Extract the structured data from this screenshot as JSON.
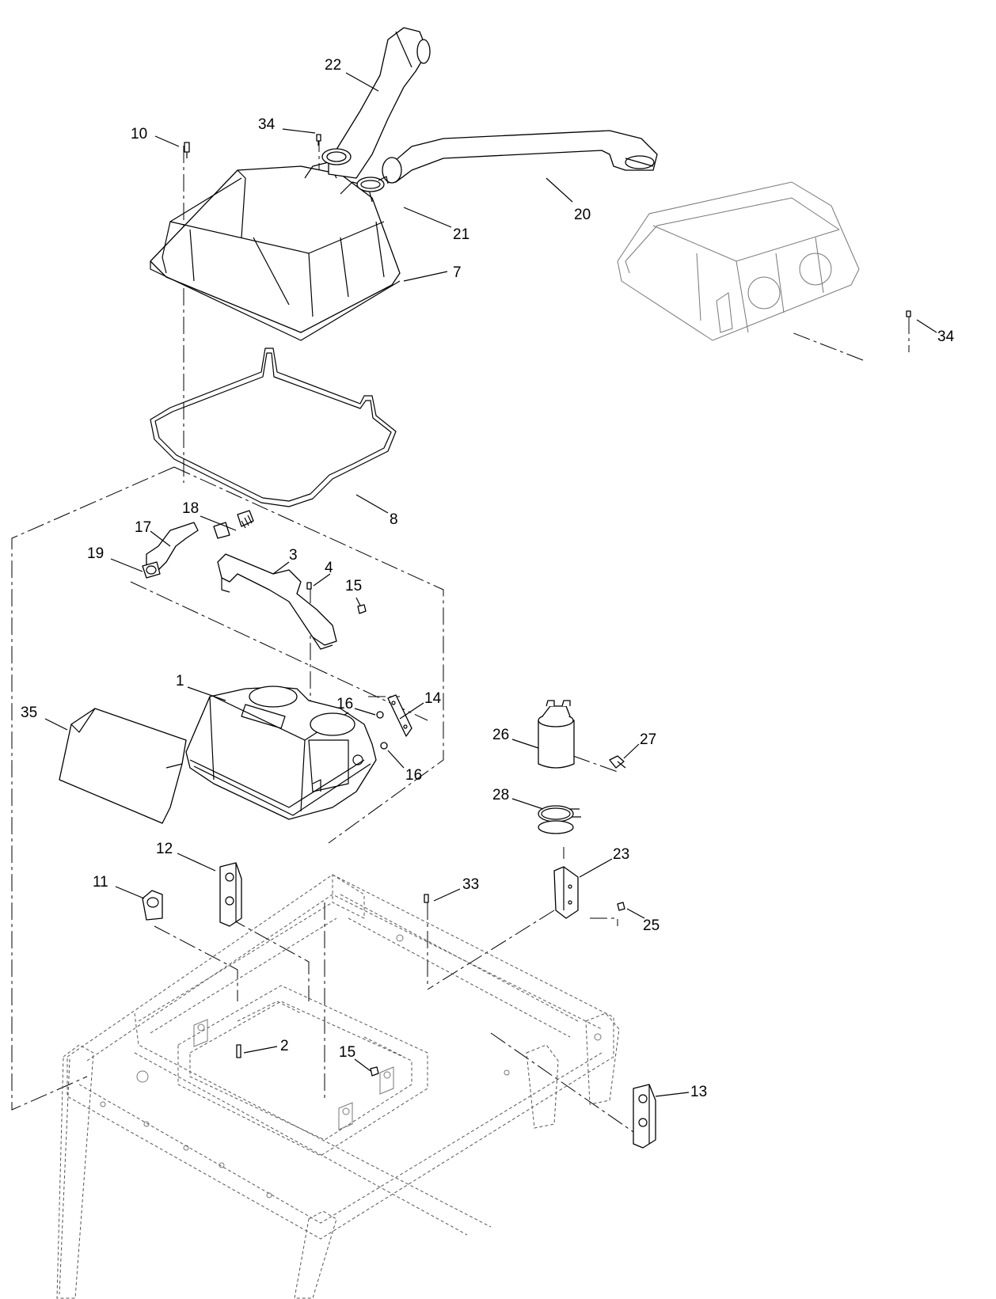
{
  "diagram": {
    "callouts": [
      {
        "id": "c-22",
        "label": "22"
      },
      {
        "id": "c-34-top",
        "label": "34"
      },
      {
        "id": "c-10",
        "label": "10"
      },
      {
        "id": "c-20",
        "label": "20"
      },
      {
        "id": "c-21",
        "label": "21"
      },
      {
        "id": "c-7",
        "label": "7"
      },
      {
        "id": "c-34-right",
        "label": "34"
      },
      {
        "id": "c-8",
        "label": "8"
      },
      {
        "id": "c-18",
        "label": "18"
      },
      {
        "id": "c-17",
        "label": "17"
      },
      {
        "id": "c-19",
        "label": "19"
      },
      {
        "id": "c-3",
        "label": "3"
      },
      {
        "id": "c-4",
        "label": "4"
      },
      {
        "id": "c-15-top",
        "label": "15"
      },
      {
        "id": "c-1",
        "label": "1"
      },
      {
        "id": "c-14",
        "label": "14"
      },
      {
        "id": "c-16-top",
        "label": "16"
      },
      {
        "id": "c-16-bottom",
        "label": "16"
      },
      {
        "id": "c-35",
        "label": "35"
      },
      {
        "id": "c-26",
        "label": "26"
      },
      {
        "id": "c-27",
        "label": "27"
      },
      {
        "id": "c-28",
        "label": "28"
      },
      {
        "id": "c-23",
        "label": "23"
      },
      {
        "id": "c-12",
        "label": "12"
      },
      {
        "id": "c-11",
        "label": "11"
      },
      {
        "id": "c-33",
        "label": "33"
      },
      {
        "id": "c-25",
        "label": "25"
      },
      {
        "id": "c-2",
        "label": "2"
      },
      {
        "id": "c-15-bottom",
        "label": "15"
      },
      {
        "id": "c-13",
        "label": "13"
      }
    ]
  }
}
